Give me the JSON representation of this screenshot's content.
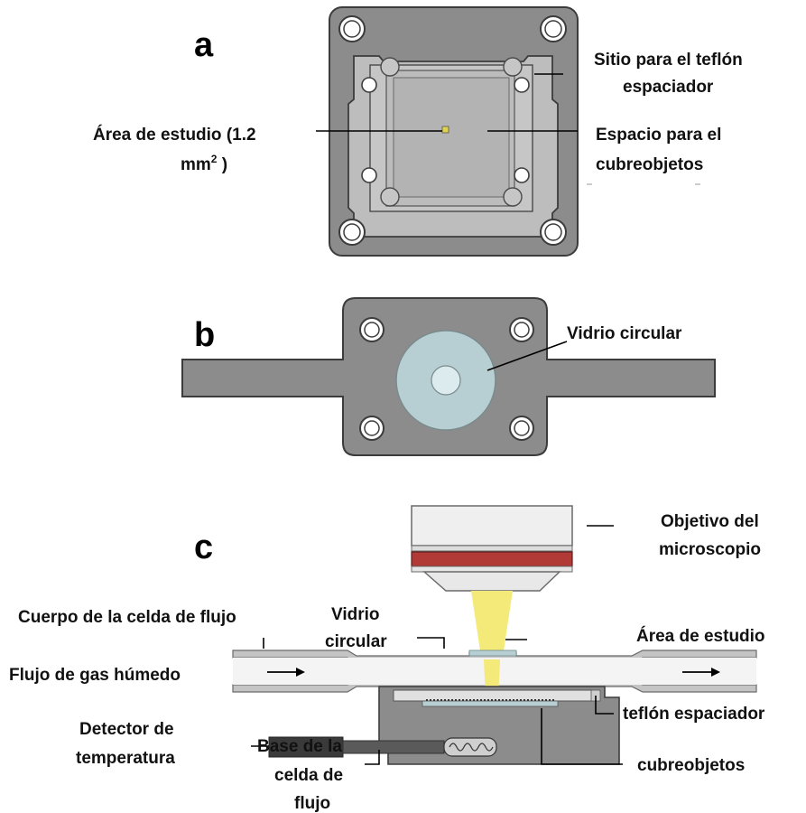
{
  "panels": {
    "a": {
      "letter": "a",
      "label_teflon_1": "Sitio para el teflón",
      "label_teflon_2": "espaciador",
      "label_area_1": "Área de  estudio (1.2",
      "label_area_2": "mm",
      "label_area_sup": "2",
      "label_area_3": " )",
      "label_cover_1": "Espacio para el",
      "label_cover_2": "cubreobjetos"
    },
    "b": {
      "letter": "b",
      "label_glass": "Vidrio circular"
    },
    "c": {
      "letter": "c",
      "label_objective_1": "Objetivo del",
      "label_objective_2": "microscopio",
      "label_body": "Cuerpo  de la celda de flujo",
      "label_glass_1": "Vidrio",
      "label_glass_2": "circular",
      "label_study": "Área  de  estudio",
      "label_gas": "Flujo de gas húmedo",
      "label_teflon": "teflón espaciador",
      "label_detector_1": "Detector de",
      "label_detector_2": "temperatura",
      "label_base_1": "Base de la",
      "label_base_2": "celda de",
      "label_base_3": "flujo",
      "label_cover": "cubreobjetos"
    }
  },
  "colors": {
    "gray_body": "#8c8c8c",
    "dark_outline": "#3c3c3c",
    "light_gray": "#c9c9c9",
    "glass_blue": "#b7cfd2",
    "glass_light": "#dcecee",
    "lens_red": "#b23a36",
    "beam_yellow": "#f3ea7a",
    "sample_yellow": "#e0d24a",
    "tube_gray": "#c4c4c4"
  }
}
